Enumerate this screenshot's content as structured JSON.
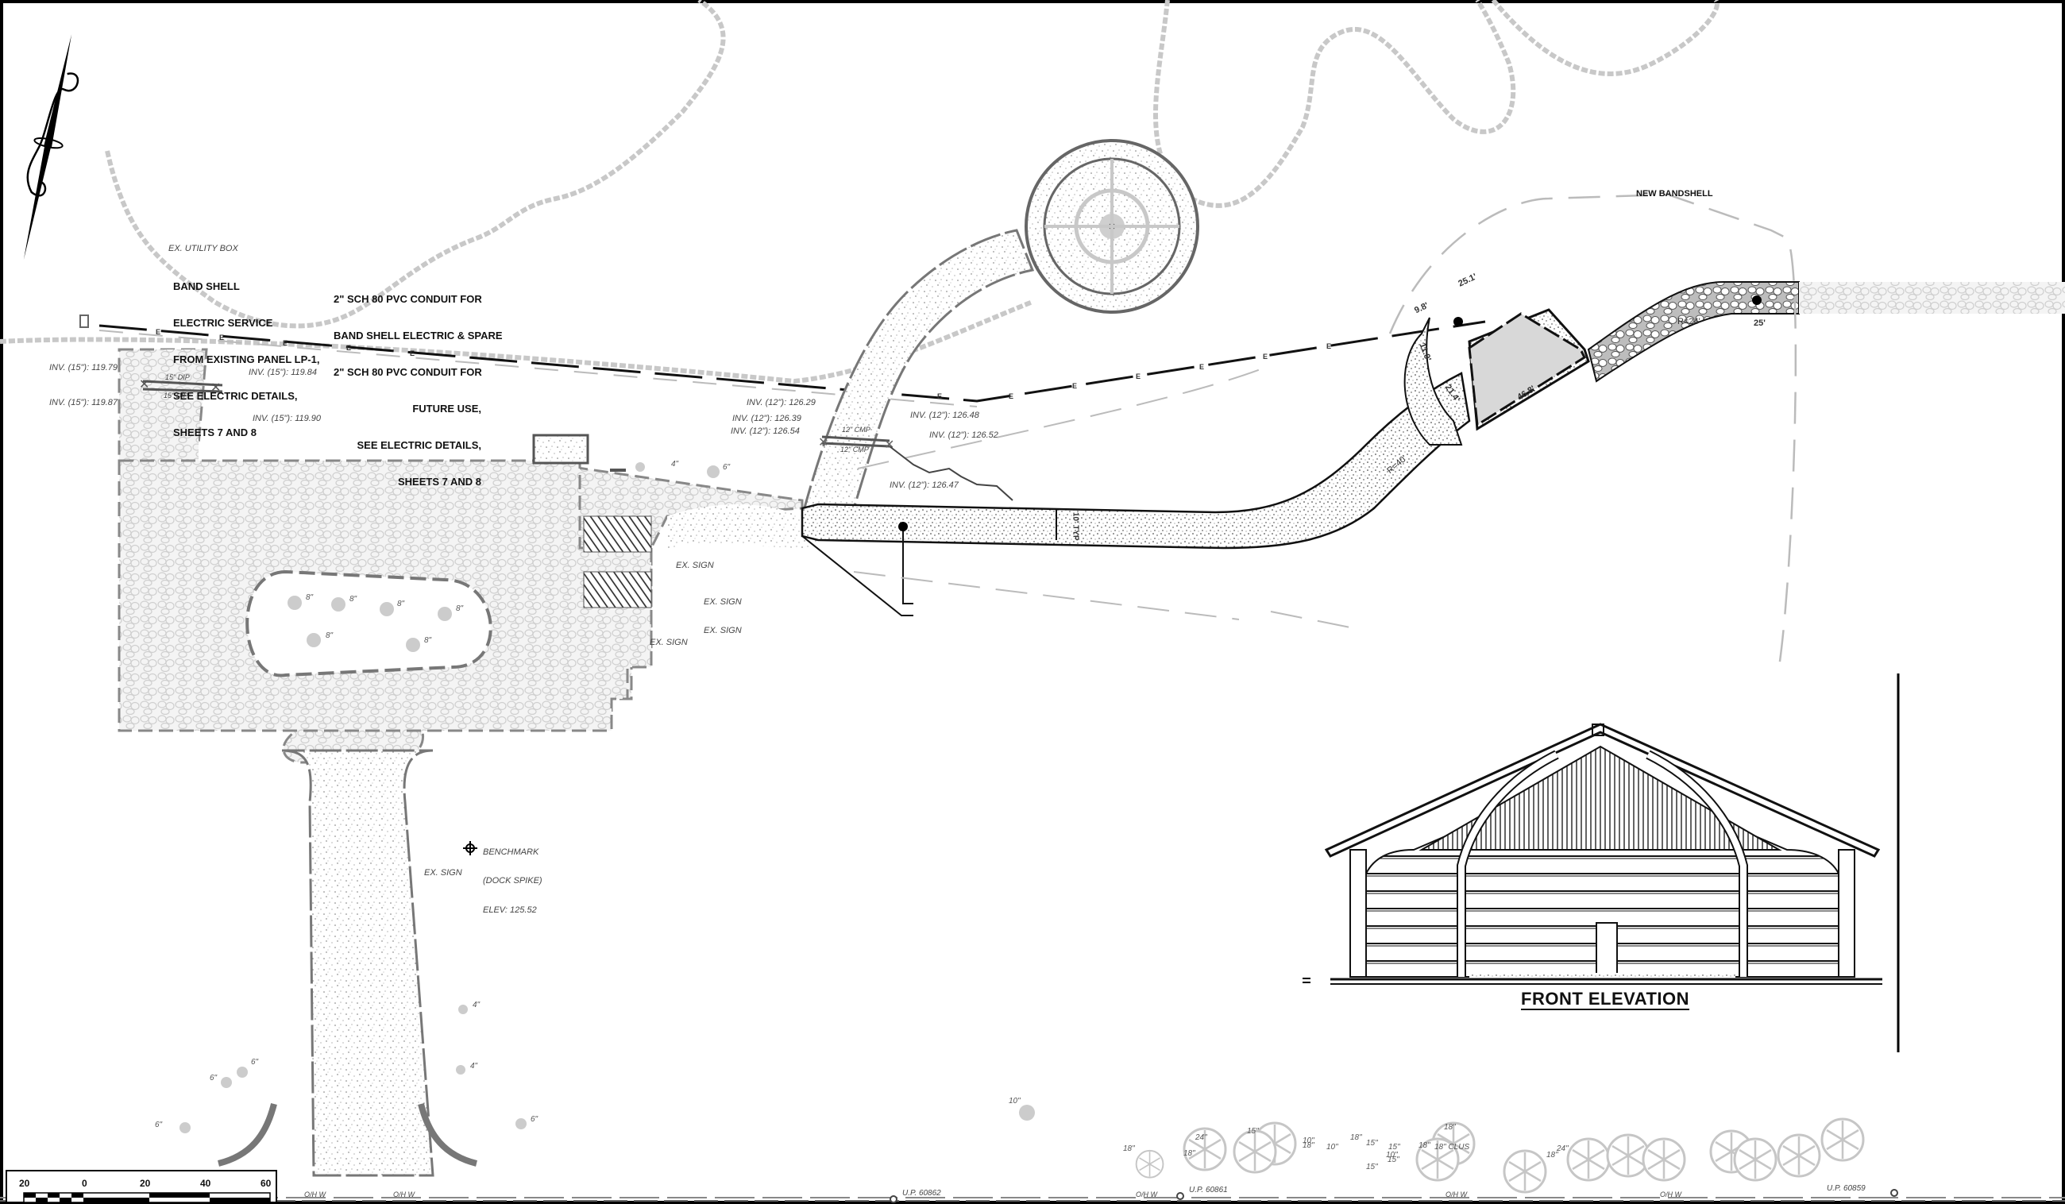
{
  "sheet": {
    "type": "site plan",
    "border_color": "#000000",
    "colors": {
      "linework": "#111111",
      "existing": "#999999",
      "hatch": "#bbbbbb",
      "text": "#333333"
    }
  },
  "north_arrow": {
    "icon": "north-arrow-icon"
  },
  "callouts": {
    "utility_box": "EX. UTILITY BOX",
    "band_shell_service": [
      "BAND SHELL",
      "ELECTRIC SERVICE",
      "FROM EXISTING PANEL LP-1,",
      "SEE ELECTRIC DETAILS,",
      "SHEETS 7 AND 8"
    ],
    "conduit": [
      "2\" SCH 80 PVC CONDUIT FOR",
      "BAND SHELL ELECTRIC & SPARE",
      "2\" SCH 80 PVC CONDUIT FOR",
      "FUTURE USE,",
      "SEE ELECTRIC DETAILS,",
      "SHEETS 7 AND 8"
    ],
    "new_bandshell": "NEW BANDSHELL",
    "benchmark": [
      "BENCHMARK",
      "(DOCK SPIKE)",
      "ELEV: 125.52"
    ]
  },
  "inverts_west": [
    {
      "label": "INV. (15\"): 119.79"
    },
    {
      "label": "INV. (15\"): 119.87"
    },
    {
      "label": "INV. (15\"): 119.84"
    },
    {
      "label": "INV. (15\"): 119.90"
    }
  ],
  "pipes_west": [
    "15\" DIP",
    "15\" DIP"
  ],
  "inverts_center": [
    {
      "label": "INV. (12\"): 126.29"
    },
    {
      "label": "INV. (12\"): 126.39"
    },
    {
      "label": "INV. (12\"): 126.54"
    },
    {
      "label": "INV. (12\"): 126.48"
    },
    {
      "label": "INV. (12\"): 126.52"
    },
    {
      "label": "INV. (12\"): 126.47"
    }
  ],
  "pipes_center": [
    "12\" CMP",
    "12\" CMP"
  ],
  "signs": [
    "EX. SIGN",
    "EX. SIGN",
    "EX. SIGN",
    "EX. SIGN",
    "EX. SIGN"
  ],
  "dimensions": {
    "d1": "25.1'",
    "d2": "9.8'",
    "d3": "11.0'",
    "d4": "21.4'",
    "d5": "46.8'",
    "r1": "R=24'",
    "r2": "R=40'",
    "d6": "25'",
    "walk_width": "10'",
    "walk_typ": "TYP"
  },
  "electric_marker": "E",
  "trees": {
    "island": [
      "8\"",
      "8\"",
      "8\"",
      "8\"",
      "8\"",
      "8\""
    ],
    "near_lot": [
      "4\"",
      "6\""
    ],
    "south_west": [
      "6\"",
      "6\"",
      "6\""
    ],
    "south_east": [
      "4\"",
      "4\"",
      "6\""
    ],
    "south_mid": [
      "10\""
    ],
    "south_row": [
      "18\"",
      "24\"",
      "15\"",
      "18\"",
      "18\"",
      "18\"",
      "18\"",
      "24\"",
      "10\"",
      "10\"",
      "10\"",
      "15\"",
      "18\"",
      "15\"",
      "15\"",
      "15\"",
      "18\"",
      "18\" CLUS"
    ]
  },
  "utility_poles": [
    "U.P. 60862",
    "U.P. 60861",
    "U.P. 60859"
  ],
  "overhead_wire": "O/H W",
  "elevation": {
    "title": "FRONT ELEVATION"
  },
  "scale_bar": {
    "ticks": [
      "20",
      "0",
      "20",
      "40",
      "60"
    ]
  }
}
